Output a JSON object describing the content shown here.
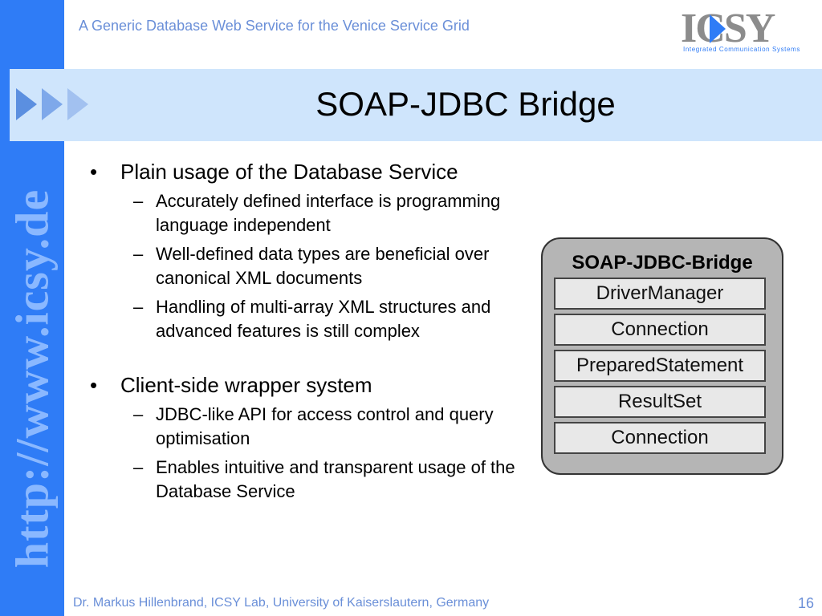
{
  "header": {
    "text": "A Generic Database Web Service for the Venice Service Grid"
  },
  "logo": {
    "letters": [
      "I",
      "C",
      "S",
      "Y"
    ],
    "subtitle": "Integrated Communication Systems"
  },
  "side_url": "http://www.icsy.de",
  "slide": {
    "title": "SOAP-JDBC Bridge"
  },
  "bullets": [
    {
      "mark": "•",
      "text": "Plain usage of the Database Service",
      "subs": [
        {
          "mark": "–",
          "text": "Accurately defined interface is programming language independent"
        },
        {
          "mark": "–",
          "text": "Well-defined data types are beneficial over canonical XML documents"
        },
        {
          "mark": "–",
          "text": "Handling of multi-array XML structures and advanced features is still complex"
        }
      ]
    },
    {
      "mark": "•",
      "text": "Client-side wrapper system",
      "subs": [
        {
          "mark": "–",
          "text": "JDBC-like API for access control and query optimisation"
        },
        {
          "mark": "–",
          "text": "Enables intuitive and transparent usage of the Database Service"
        }
      ]
    }
  ],
  "diagram": {
    "title": "SOAP-JDBC-Bridge",
    "components": [
      "DriverManager",
      "Connection",
      "PreparedStatement",
      "ResultSet",
      "Connection"
    ]
  },
  "footer": {
    "text": "Dr. Markus Hillenbrand, ICSY Lab, University of Kaiserslautern, Germany",
    "page": "16"
  },
  "colors": {
    "side_band": "#2f7cf6",
    "side_url": "#8ab8ff",
    "title_band": "#cfe5fc",
    "accent_text": "#6a8fd8",
    "diagram_fill": "#b5b5b5",
    "component_fill": "#e8e8e8"
  }
}
